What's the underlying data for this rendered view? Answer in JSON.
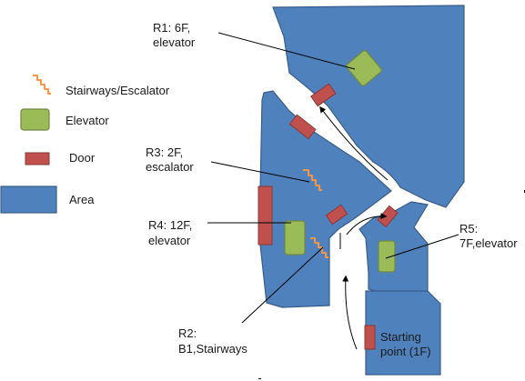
{
  "colors": {
    "area_fill": "#4F81BD",
    "area_stroke": "#385D8A",
    "elevator_fill": "#9BBB59",
    "elevator_stroke": "#71893F",
    "door_fill": "#C0504D",
    "door_stroke": "#8C3836",
    "stairs": "#F79646",
    "line": "#000000"
  },
  "legend": {
    "stairs": "Stairways/Escalator",
    "elevator": "Elevator",
    "door": "Door",
    "area": "Area"
  },
  "labels": {
    "r1": [
      "R1: 6F,",
      "elevator"
    ],
    "r3": [
      "R3: 2F,",
      "escalator"
    ],
    "r4": [
      "R4: 12F,",
      "elevator"
    ],
    "r2": [
      "R2:",
      "B1,Stairways"
    ],
    "r5": [
      "R5:",
      "7F,elevator"
    ],
    "start": [
      "Starting",
      "point (1F)"
    ]
  },
  "icons": [
    "stairs-icon",
    "elevator-icon",
    "door-icon",
    "area-icon"
  ]
}
